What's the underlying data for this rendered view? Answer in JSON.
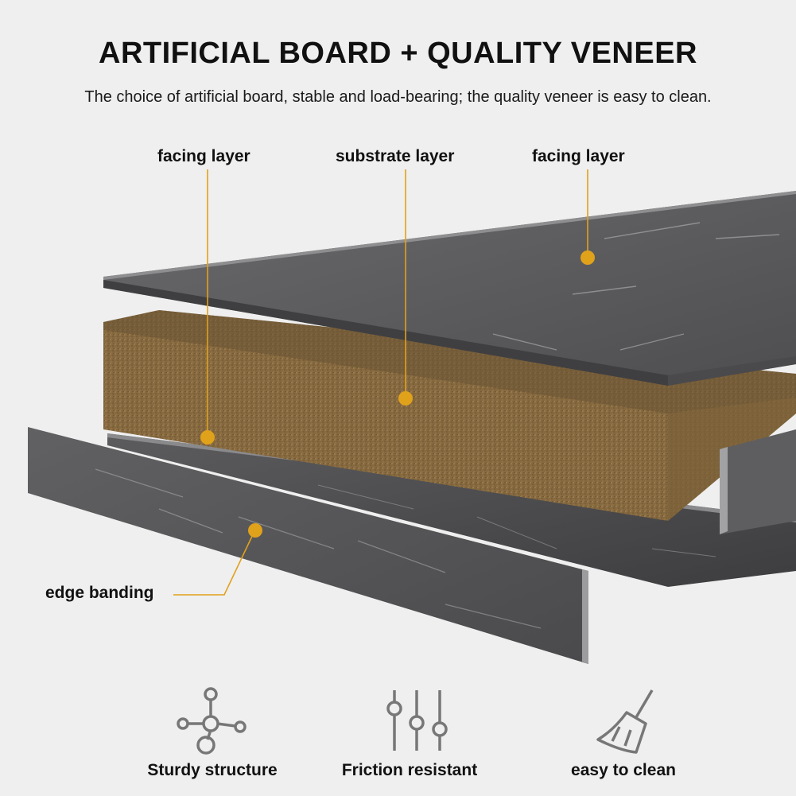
{
  "header": {
    "title": "ARTIFICIAL BOARD + QUALITY VENEER",
    "subtitle": "The choice of artificial board, stable and load-bearing; the quality veneer is easy to clean."
  },
  "layers": {
    "facing_left": "facing layer",
    "substrate": "substrate layer",
    "facing_right": "facing layer",
    "edge_banding": "edge banding"
  },
  "features": [
    {
      "label": "Sturdy structure",
      "icon": "molecule-structure-icon"
    },
    {
      "label": "Friction resistant",
      "icon": "sliders-icon"
    },
    {
      "label": "easy to clean",
      "icon": "broom-icon"
    }
  ],
  "colors": {
    "accent": "#e0a11b",
    "background": "#efefef",
    "veneer": "#5b5b5d",
    "substrate": "#8a6e45"
  }
}
